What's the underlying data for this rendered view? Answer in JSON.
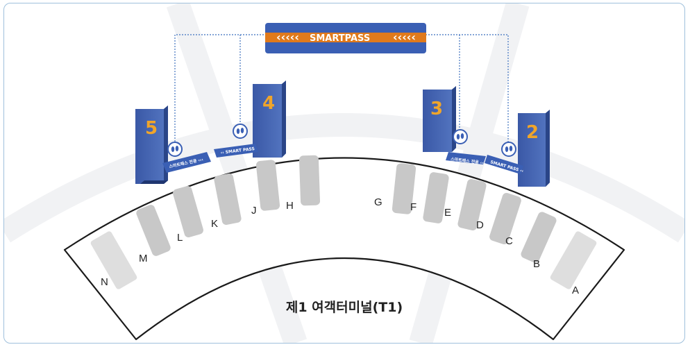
{
  "banner": {
    "label": "SMARTPASS",
    "arrows_left": "‹‹‹‹‹",
    "arrows_right": "‹‹‹‹‹"
  },
  "colors": {
    "banner_blue": "#3a5fb4",
    "banner_orange": "#e07a1c",
    "counter_blue": "#3c5ca8",
    "counter_number": "#f0a52a",
    "row_gray": "#c8c8c8",
    "dotted_line": "#5a86c8"
  },
  "counters": [
    {
      "number": "5",
      "mat_text": "스마트패스 전용 ‹‹‹",
      "icon": "footprints-icon"
    },
    {
      "number": "4",
      "mat_text": "‹‹ SMART PASS",
      "icon": "footprints-icon"
    },
    {
      "number": "3",
      "mat_text": "스마트패스 전용 ‹‹",
      "icon": "footprints-icon"
    },
    {
      "number": "2",
      "mat_text": "SMART PASS ‹‹",
      "icon": "footprints-icon"
    }
  ],
  "rows": [
    "A",
    "B",
    "C",
    "D",
    "E",
    "F",
    "G",
    "H",
    "J",
    "K",
    "L",
    "M",
    "N"
  ],
  "terminal": {
    "title": "제1 여객터미널(T1)"
  }
}
